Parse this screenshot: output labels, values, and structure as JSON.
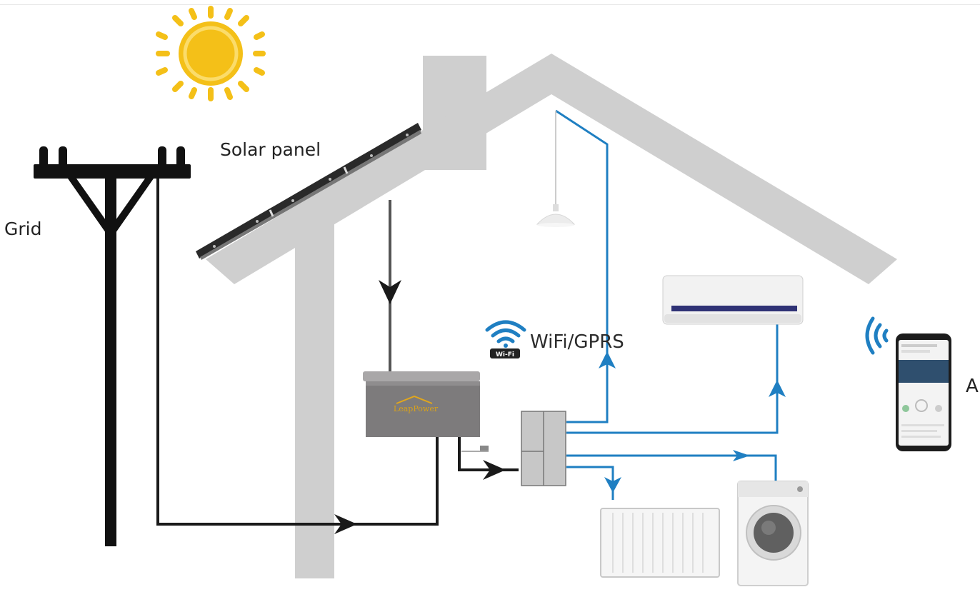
{
  "labels": {
    "grid": "Grid",
    "solar_panel": "Solar panel",
    "wifi": "WiFi/GPRS",
    "app": "A"
  },
  "battery_brand": "LeapPower",
  "wifi_badge": "Wi-Fi",
  "icons": [
    "sun-icon",
    "power-pole-icon",
    "solar-panel-icon",
    "battery-icon",
    "distribution-box-icon",
    "pendant-lamp-icon",
    "air-conditioner-icon",
    "radiator-icon",
    "washing-machine-icon",
    "smartphone-icon",
    "wifi-icon"
  ],
  "colors": {
    "house": "#cfcfcf",
    "flow_blue": "#1f7fc2",
    "flow_black": "#1a1a1a",
    "sun": "#f4c018",
    "battery": "#7d7b7c"
  }
}
